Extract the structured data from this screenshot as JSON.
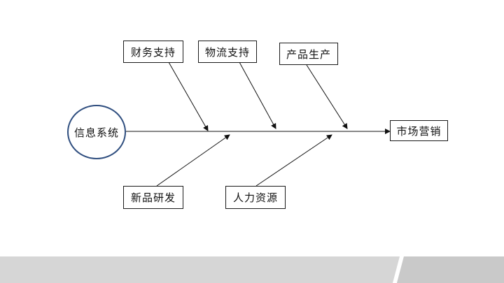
{
  "diagram": {
    "source": "信息系统",
    "target": "市场营销",
    "top_causes": [
      "财务支持",
      "物流支持",
      "产品生产"
    ],
    "bottom_causes": [
      "新品研发",
      "人力资源"
    ]
  },
  "colors": {
    "line": "#111111",
    "circle_border": "#2f4e7f",
    "footer_band": "#d6d6d6",
    "footer_accent": "#ffffff"
  }
}
